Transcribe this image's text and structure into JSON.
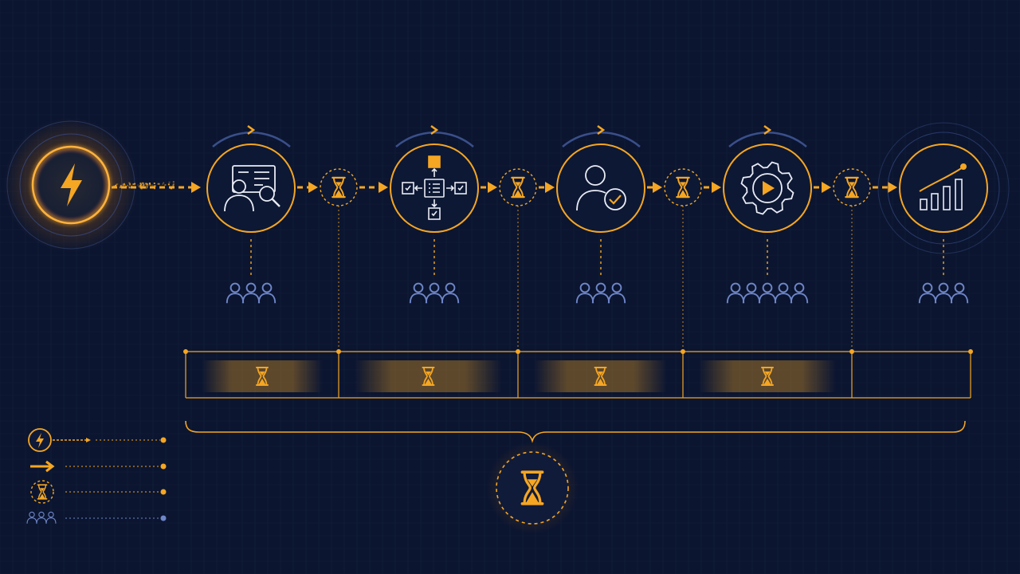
{
  "colors": {
    "background": "#0b1530",
    "accent": "#f5a623",
    "accent_glow": "#ff9a1a",
    "muted": "#3a4f8a",
    "icon_line": "#e9ecf5",
    "people": "#6f86c9"
  },
  "trigger": {
    "icon": "lightning-bolt-icon"
  },
  "stages": [
    {
      "icon": "user-search-icon",
      "team_size": 3
    },
    {
      "icon": "workflow-process-icon",
      "team_size": 3
    },
    {
      "icon": "user-approval-icon",
      "team_size": 3
    },
    {
      "icon": "gear-play-icon",
      "team_size": 5
    },
    {
      "icon": "growth-chart-icon",
      "team_size": 3
    }
  ],
  "waits": [
    {
      "icon": "hourglass-icon"
    },
    {
      "icon": "hourglass-icon"
    },
    {
      "icon": "hourglass-icon"
    },
    {
      "icon": "hourglass-icon"
    }
  ],
  "timeline": {
    "segments": 5,
    "wait_segments": 4
  },
  "total": {
    "icon": "hourglass-icon"
  },
  "legend": [
    {
      "icon": "lightning-bolt-icon",
      "dot_color": "#f5a623"
    },
    {
      "icon": "arrow-right-icon",
      "dot_color": "#f5a623"
    },
    {
      "icon": "hourglass-icon",
      "dot_color": "#f5a623"
    },
    {
      "icon": "people-icon",
      "dot_color": "#6f86c9"
    }
  ]
}
